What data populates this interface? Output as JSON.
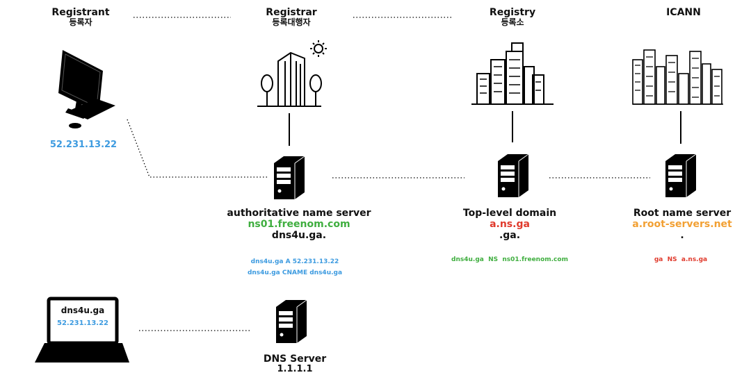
{
  "columns": {
    "registrant": {
      "title": "Registrant",
      "korean": "등록자"
    },
    "registrar": {
      "title": "Registrar",
      "korean": "등록대행자"
    },
    "registry": {
      "title": "Registry",
      "korean": "등록소"
    },
    "icann": {
      "title": "ICANN"
    }
  },
  "registrant_ip": "52.231.13.22",
  "servers": {
    "authoritative": {
      "name": "authoritative name server",
      "host": "ns01.freenom.com",
      "zone": "dns4u.ga.",
      "records": [
        "dns4u.ga A 52.231.13.22",
        "dns4u.ga CNAME dns4u.ga"
      ]
    },
    "tld": {
      "name": "Top-level domain",
      "host": "a.ns.ga",
      "zone": ".ga.",
      "records": [
        "dns4u.ga  NS  ns01.freenom.com"
      ]
    },
    "root": {
      "name": "Root name server",
      "host": "a.root-servers.net",
      "zone": ".",
      "records": [
        "ga  NS  a.ns.ga"
      ]
    },
    "dns": {
      "name": "DNS Server",
      "host": "1.1.1.1"
    }
  },
  "laptop": {
    "domain": "dns4u.ga",
    "ip": "52.231.13.22"
  },
  "colors": {
    "blue": "#3d9be0",
    "green": "#3fae3f",
    "red": "#e03a2c",
    "orange": "#f2a033"
  }
}
